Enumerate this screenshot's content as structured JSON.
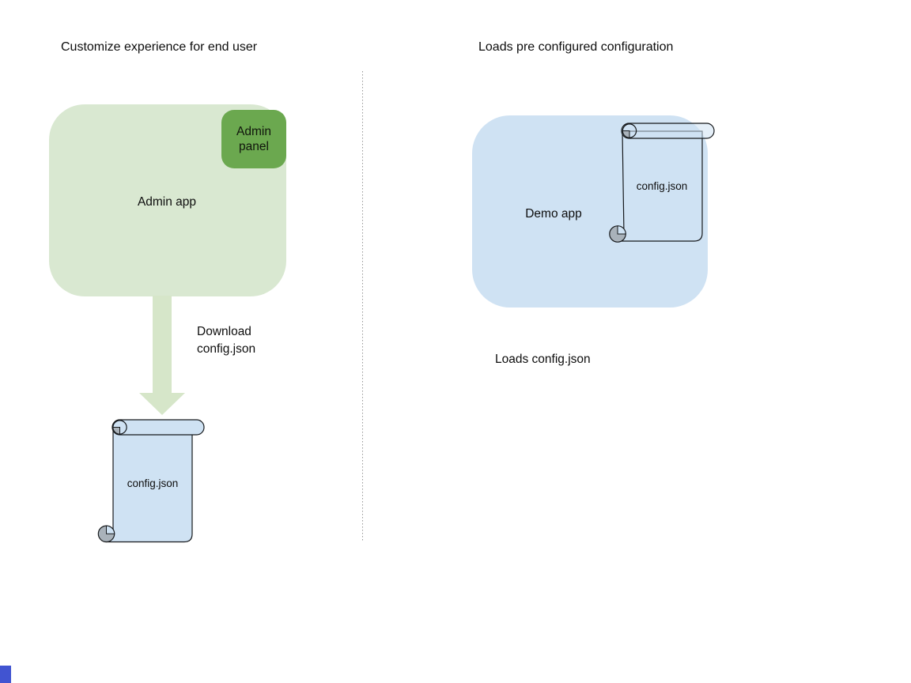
{
  "left_section": {
    "heading": "Customize experience for end user",
    "admin_app_label": "Admin app",
    "admin_panel_label": "Admin panel",
    "arrow_label": "Download config.json",
    "config_file_label": "config.json"
  },
  "right_section": {
    "heading": "Loads pre configured configuration",
    "demo_app_label": "Demo app",
    "config_file_label": "config.json",
    "caption": "Loads config.json"
  },
  "colors": {
    "admin_app_fill": "#d9e8d1",
    "admin_panel_fill": "#6ba84f",
    "arrow_fill": "#d6e6c9",
    "file_fill": "#cfe2f3",
    "file_fill_translucent": "rgba(207,226,243,0.55)",
    "no_fill": "none",
    "demo_app_fill": "#cfe2f3",
    "curl_fill": "#a9b2ba",
    "stroke": "#16191c",
    "divider": "#969696",
    "corner_marker": "#4154d1",
    "text": "#0d0d0d"
  }
}
